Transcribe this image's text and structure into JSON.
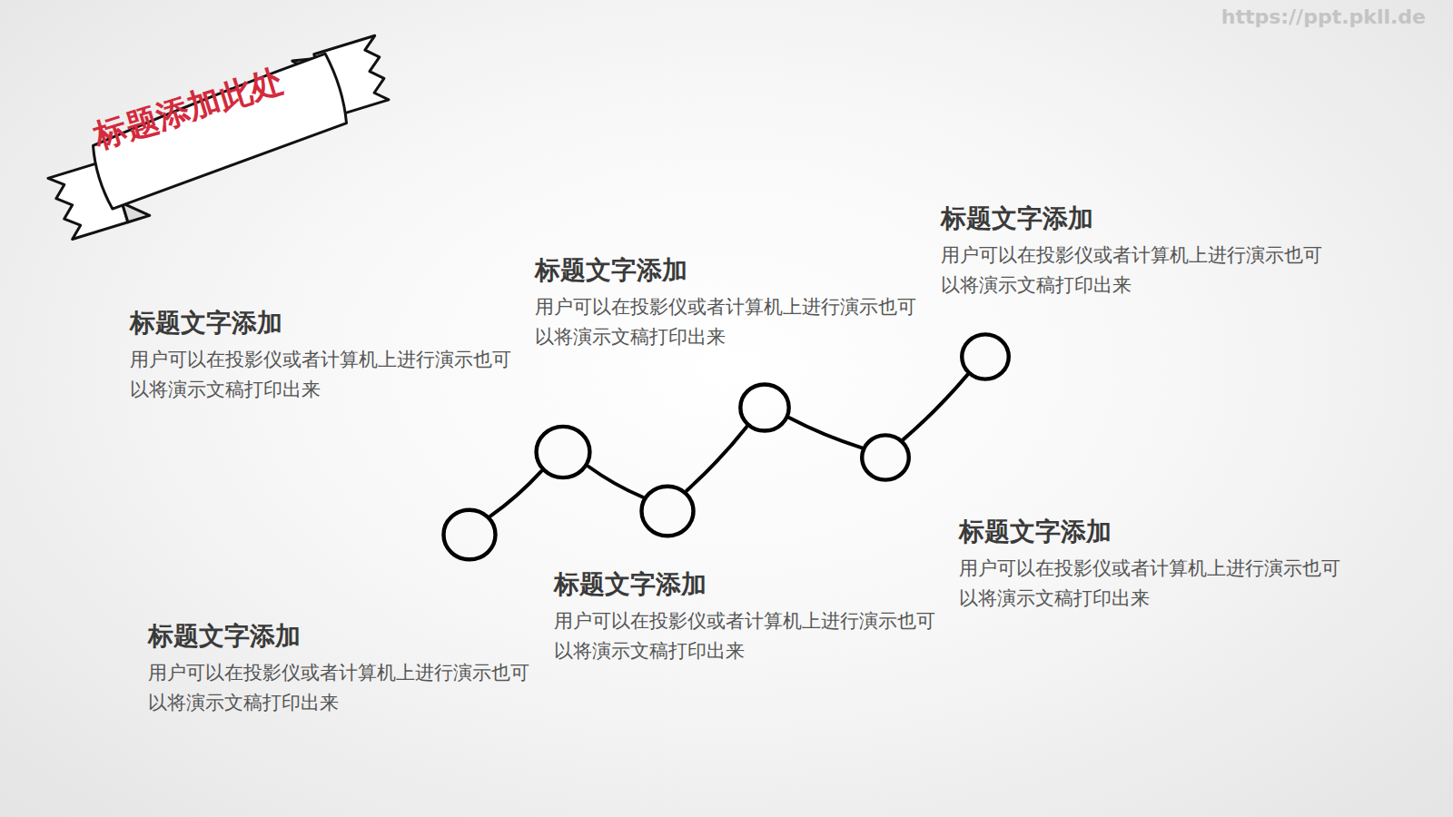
{
  "diagram": {
    "title": "标题添加此处",
    "nodes": [
      {
        "text": [
          "标题文字添加",
          "用户可以在投影仪或者计算机上进行演示也可以将演示文稿打印出来"
        ]
      },
      {
        "text": [
          "标题文字添加",
          "用户可以在投影仪或者计算机上进行演示也可以将演示文稿打印出来"
        ]
      },
      {
        "text": [
          "标题文字添加",
          "用户可以在投影仪或者计算机上进行演示也可以将演示文稿打印出来"
        ]
      },
      {
        "text": [
          "标题文字添加",
          "用户可以在投影仪或者计算机上进行演示也可以将演示文稿打印出来"
        ]
      },
      {
        "text": [
          "标题文字添加",
          "用户可以在投影仪或者计算机上进行演示也可以将演示文稿打印出来"
        ]
      },
      {
        "text": [
          "标题文字添加",
          "用户可以在投影仪或者计算机上进行演示也可以将演示文稿打印出来"
        ]
      }
    ],
    "edges": [
      {
        "from": 0,
        "to": 1,
        "arrow": "none"
      },
      {
        "from": 1,
        "to": 2,
        "arrow": "none"
      },
      {
        "from": 2,
        "to": 3,
        "arrow": "none"
      },
      {
        "from": 3,
        "to": 4,
        "arrow": "none"
      },
      {
        "from": 4,
        "to": 5,
        "arrow": "none"
      }
    ],
    "labels": [
      "https://ppt.pkll.de"
    ]
  }
}
